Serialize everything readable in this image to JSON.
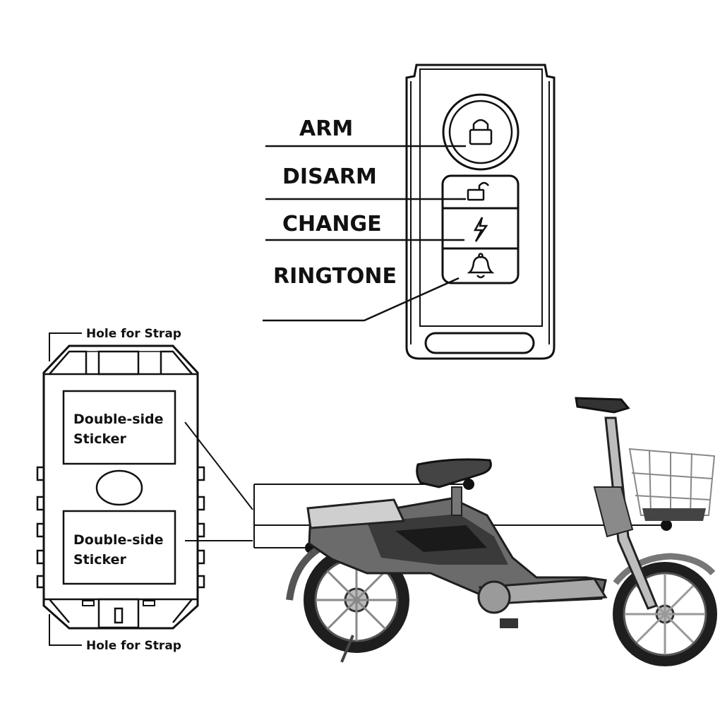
{
  "remote": {
    "buttons": [
      {
        "label": "ARM",
        "icon": "lock-closed-icon"
      },
      {
        "label": "DISARM",
        "icon": "lock-open-icon"
      },
      {
        "label": "CHANGE",
        "icon": "lightning-icon"
      },
      {
        "label": "RINGTONE",
        "icon": "bell-icon"
      }
    ]
  },
  "alarm_unit": {
    "hole_top": "Hole for Strap",
    "hole_bottom": "Hole for Strap",
    "sticker_top": [
      "Double-side",
      "Sticker"
    ],
    "sticker_bottom": [
      "Double-side",
      "Sticker"
    ]
  },
  "colors": {
    "ink": "#111111",
    "paper": "#ffffff",
    "grey": "#8a8a8a",
    "dark": "#2b2b2b"
  }
}
